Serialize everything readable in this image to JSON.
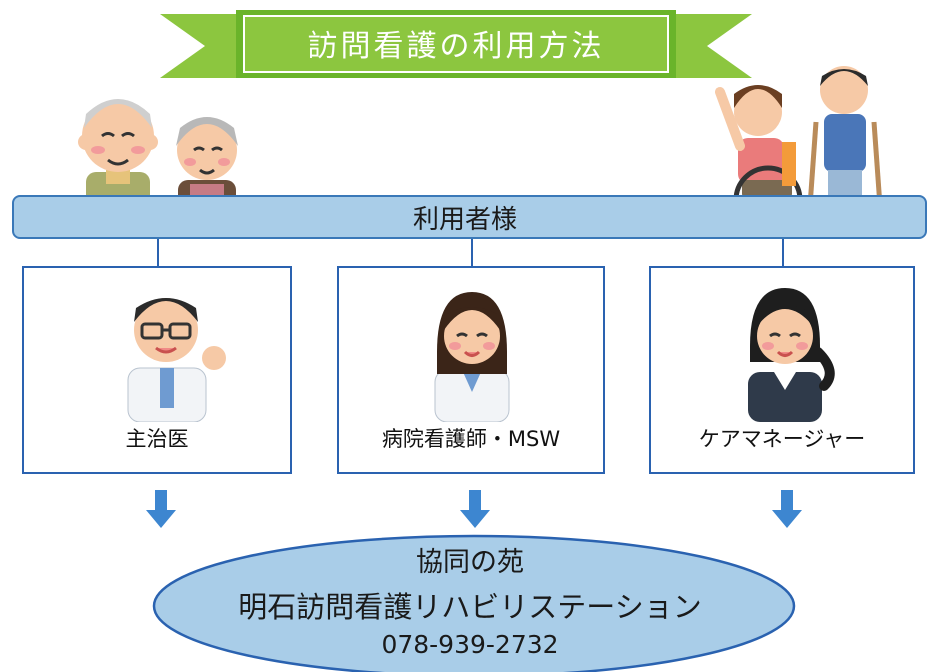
{
  "title": "訪問看護の利用方法",
  "users_label": "利用者様",
  "roles": [
    {
      "label": "主治医",
      "icon": "doctor-icon"
    },
    {
      "label": "病院看護師・MSW",
      "icon": "nurse-icon"
    },
    {
      "label": "ケアマネージャー",
      "icon": "care-manager-icon"
    }
  ],
  "station": {
    "line1": "協同の苑",
    "line2": "明石訪問看護リハビリステーション",
    "phone": "078-939-2732"
  },
  "colors": {
    "banner_green": "#8cc63f",
    "banner_dark_green": "#6ab42a",
    "bar_fill": "#a9cde8",
    "border_blue": "#2a62b0",
    "arrow_blue": "#3d86d0"
  }
}
